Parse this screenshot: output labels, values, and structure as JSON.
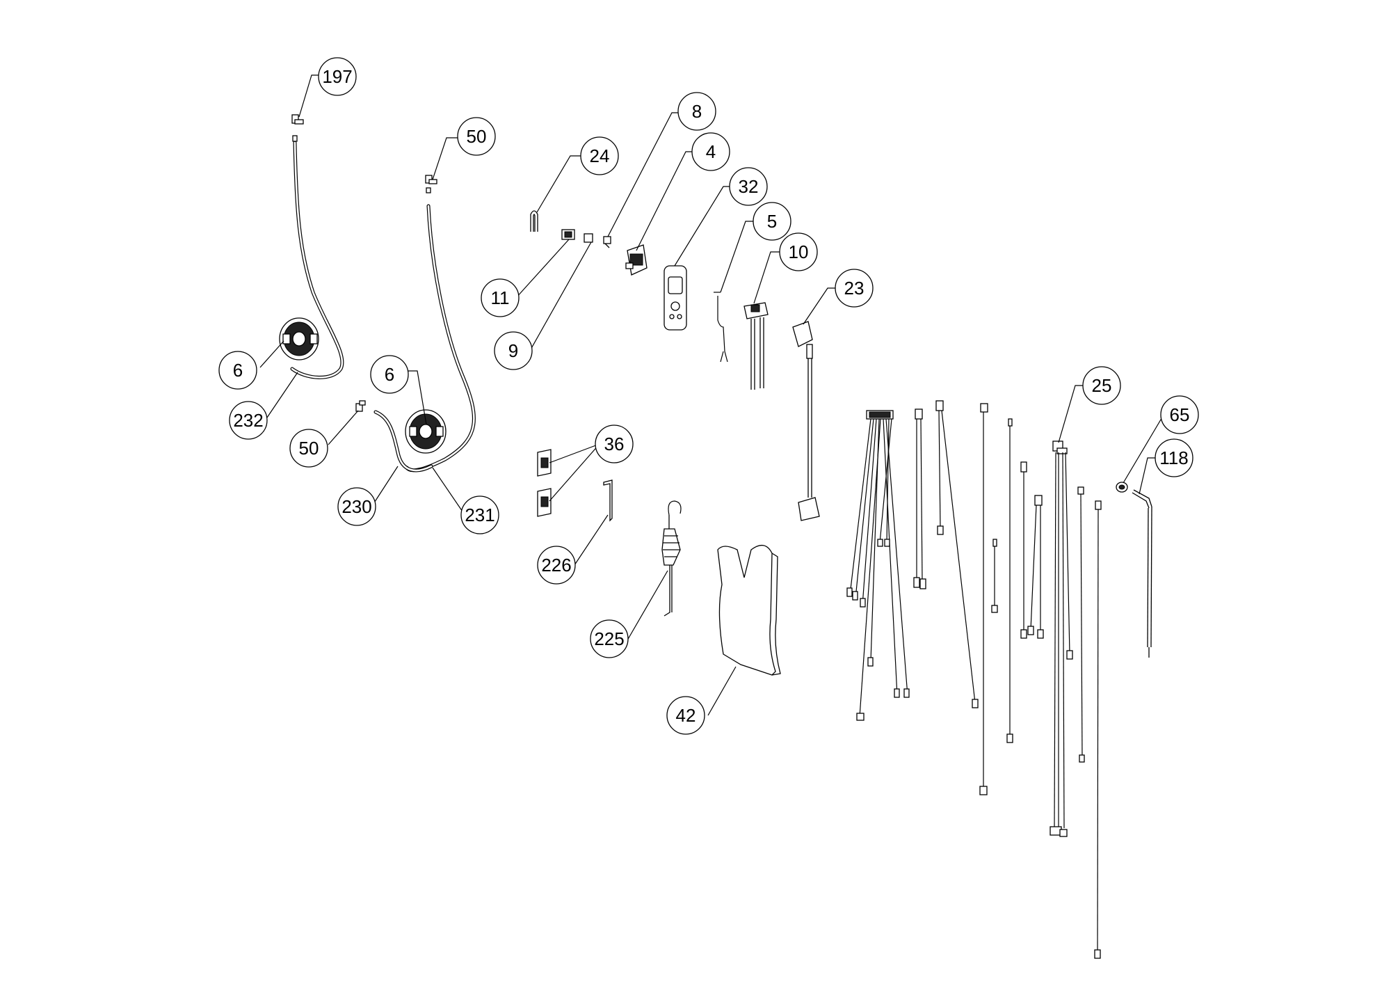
{
  "diagram": {
    "callouts": [
      {
        "id": "c197",
        "label": "197"
      },
      {
        "id": "c50a",
        "label": "50"
      },
      {
        "id": "c24",
        "label": "24"
      },
      {
        "id": "c8",
        "label": "8"
      },
      {
        "id": "c4",
        "label": "4"
      },
      {
        "id": "c32",
        "label": "32"
      },
      {
        "id": "c5",
        "label": "5"
      },
      {
        "id": "c10",
        "label": "10"
      },
      {
        "id": "c23",
        "label": "23"
      },
      {
        "id": "c11",
        "label": "11"
      },
      {
        "id": "c9",
        "label": "9"
      },
      {
        "id": "c6a",
        "label": "6"
      },
      {
        "id": "c232",
        "label": "232"
      },
      {
        "id": "c6b",
        "label": "6"
      },
      {
        "id": "c50b",
        "label": "50"
      },
      {
        "id": "c230",
        "label": "230"
      },
      {
        "id": "c231",
        "label": "231"
      },
      {
        "id": "c36",
        "label": "36"
      },
      {
        "id": "c226",
        "label": "226"
      },
      {
        "id": "c225",
        "label": "225"
      },
      {
        "id": "c42",
        "label": "42"
      },
      {
        "id": "c25",
        "label": "25"
      },
      {
        "id": "c65",
        "label": "65"
      },
      {
        "id": "c118",
        "label": "118"
      }
    ]
  }
}
